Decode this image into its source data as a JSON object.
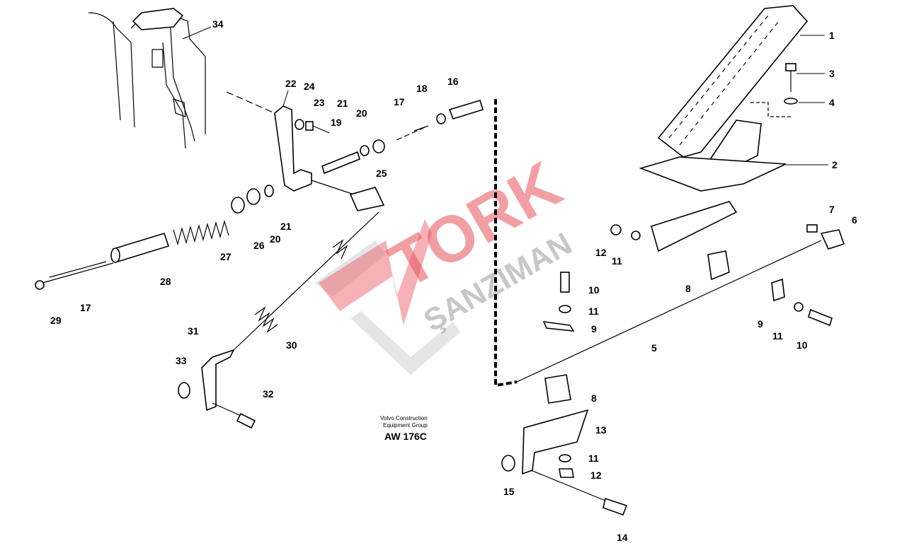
{
  "diagram": {
    "caption": {
      "line1": "Volvo Construction",
      "line2": "Equipment Group",
      "code": "AW 176C"
    },
    "watermark": {
      "brand": "TORK",
      "sub": "ŞANZIMAN"
    },
    "callouts": [
      "34",
      "1",
      "3",
      "4",
      "2",
      "22",
      "24",
      "23",
      "19",
      "21",
      "20",
      "17",
      "18",
      "16",
      "25",
      "27",
      "26",
      "20",
      "21",
      "28",
      "17",
      "29",
      "30",
      "31",
      "33",
      "32",
      "7",
      "6",
      "12",
      "11",
      "8",
      "9",
      "11",
      "10",
      "10",
      "11",
      "9",
      "5",
      "8",
      "13",
      "11",
      "12",
      "15",
      "14"
    ]
  }
}
